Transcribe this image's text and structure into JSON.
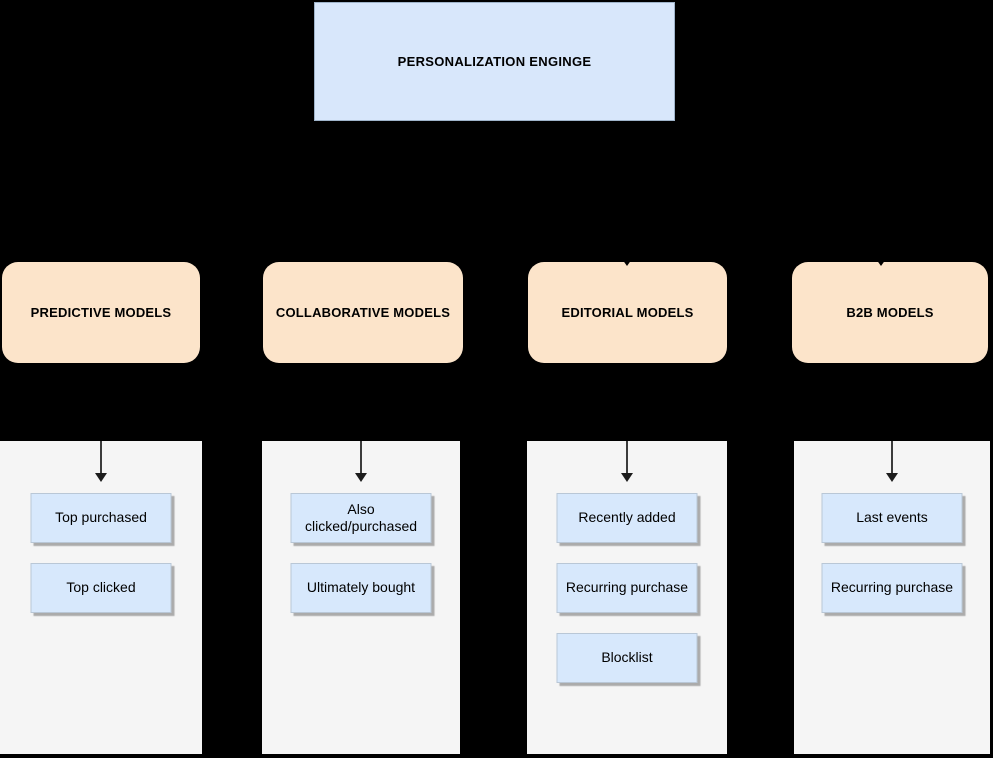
{
  "diagram": {
    "root": {
      "label": "PERSONALIZATION ENGINGE"
    },
    "columns": [
      {
        "label": "PREDICTIVE MODELS",
        "children": [
          "Top purchased",
          "Top clicked"
        ]
      },
      {
        "label": "COLLABORATIVE MODELS",
        "children": [
          "Also clicked/purchased",
          "Ultimately bought"
        ]
      },
      {
        "label": "EDITORIAL MODELS",
        "children": [
          "Recently added",
          "Recurring purchase",
          "Blocklist"
        ]
      },
      {
        "label": "B2B MODELS",
        "children": [
          "Last events",
          "Recurring purchase"
        ]
      }
    ],
    "colors": {
      "background": "#000000",
      "root_fill": "#d8e7fb",
      "root_border": "#9fb4ca",
      "category_fill": "#fce4ca",
      "panel_fill": "#f5f5f5",
      "leaf_fill": "#d7e8fc",
      "leaf_border": "#b9c7d6",
      "leaf_shadow": "#ababab",
      "arrow": "#3c3c3c",
      "text": "#000000"
    }
  }
}
